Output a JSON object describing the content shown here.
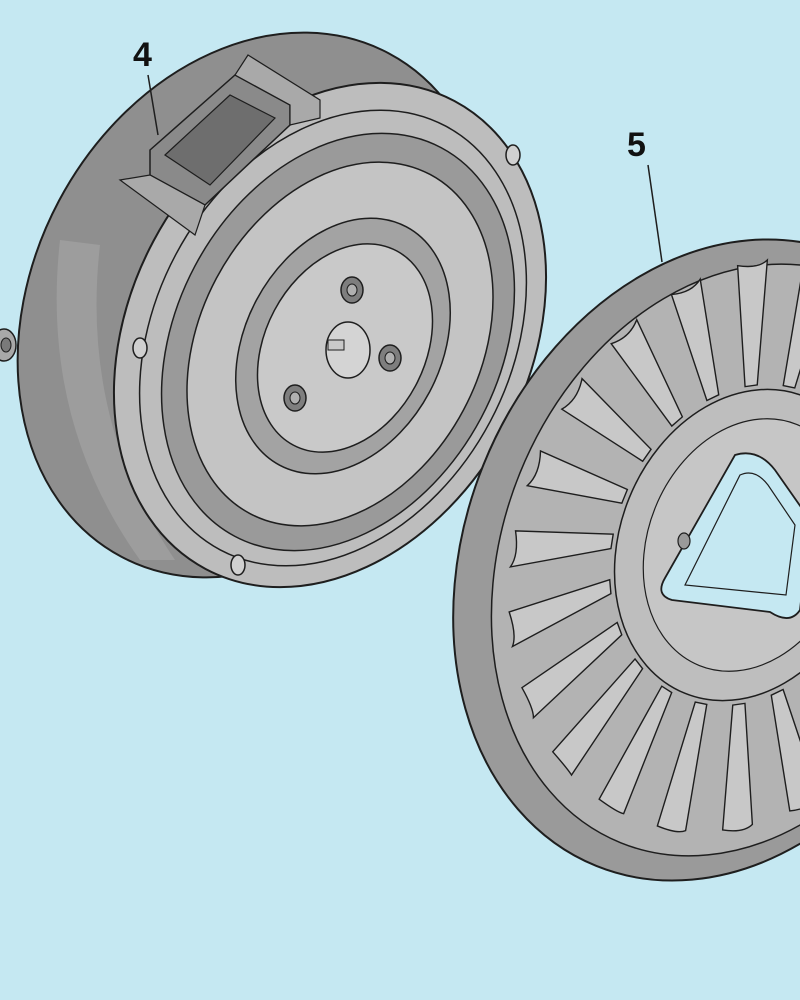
{
  "callouts": {
    "part_4": "4",
    "part_5": "5"
  },
  "parts": [
    {
      "callout": "4",
      "component": "flywheel-housing"
    },
    {
      "callout": "5",
      "component": "cooling-fan"
    }
  ],
  "colors": {
    "background": "#c5e8f2",
    "part_face": "#b9b9b9",
    "part_dark": "#8c8c8c",
    "part_light": "#cdcdcd",
    "outline": "#1e1e1e"
  }
}
